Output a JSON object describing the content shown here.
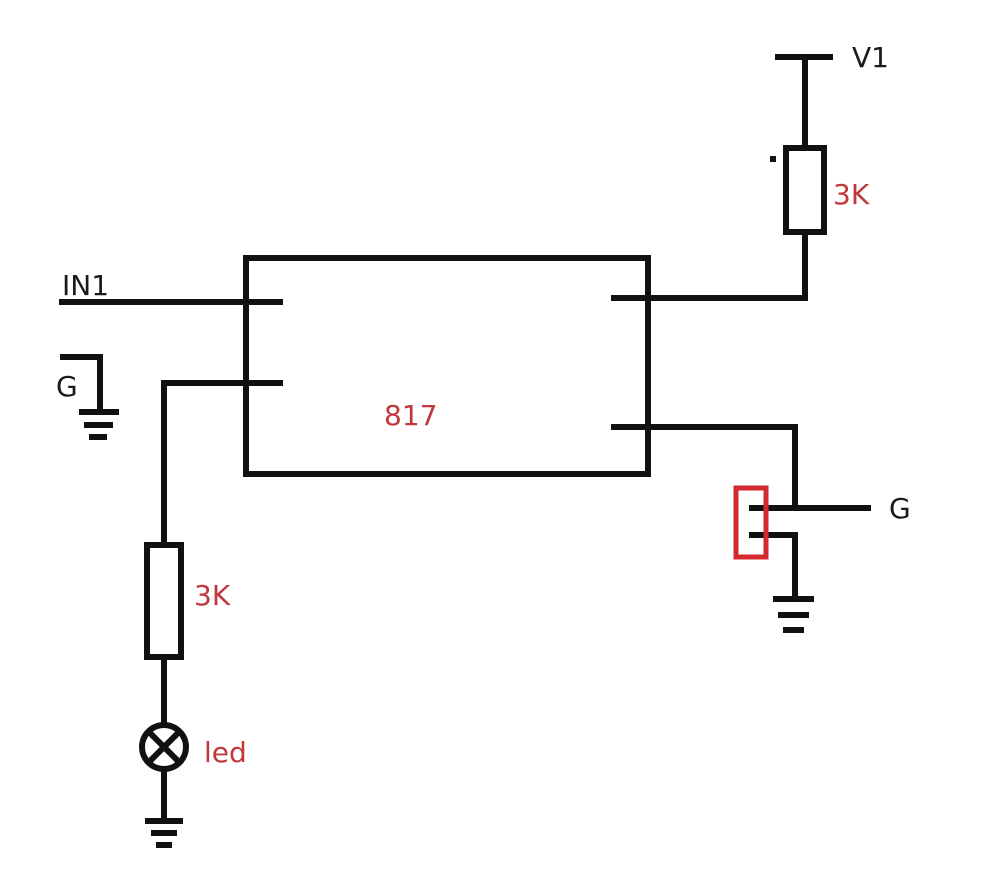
{
  "labels": {
    "v1": "V1",
    "in1": "IN1",
    "g_left": "G",
    "g_right": "G",
    "chip": "817",
    "r_top": "3K",
    "r_left": "3K",
    "led": "led"
  },
  "colors": {
    "wire": "#111111",
    "annotation": "#c0383c",
    "highlight": "#d42a2f"
  },
  "icons": [
    "ground-symbol",
    "resistor-symbol",
    "led-lamp-symbol",
    "power-rail-symbol"
  ]
}
